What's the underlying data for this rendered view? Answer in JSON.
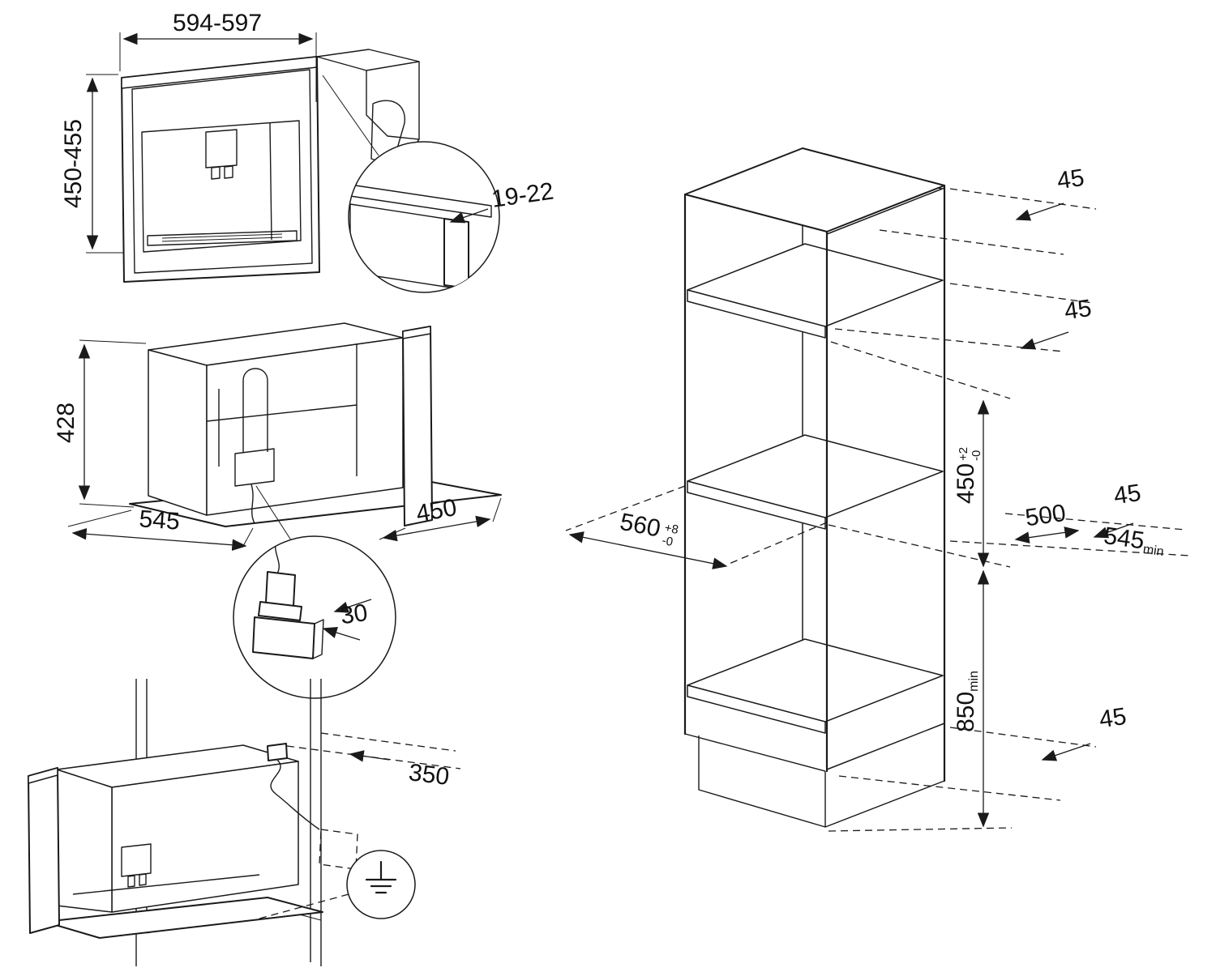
{
  "front_view": {
    "width": "594-597",
    "height": "450-455",
    "panel_thickness": "19-22"
  },
  "body_view": {
    "height": "428",
    "depth": "545",
    "width": "450",
    "plug_depth": "30"
  },
  "cable_view": {
    "cable_length": "350"
  },
  "cabinet_view": {
    "clearance_top": "45",
    "clearance_upper": "45",
    "clearance_mid": "45",
    "clearance_bottom": "45",
    "niche_height": "450",
    "niche_height_plus": "+2",
    "niche_height_minus": "-0",
    "niche_width": "560",
    "niche_width_plus": "+8",
    "niche_width_minus": "-0",
    "inner_depth": "500",
    "min_depth": "545",
    "min_depth_suffix": "min",
    "min_floor_height": "850",
    "min_floor_height_suffix": "min"
  }
}
